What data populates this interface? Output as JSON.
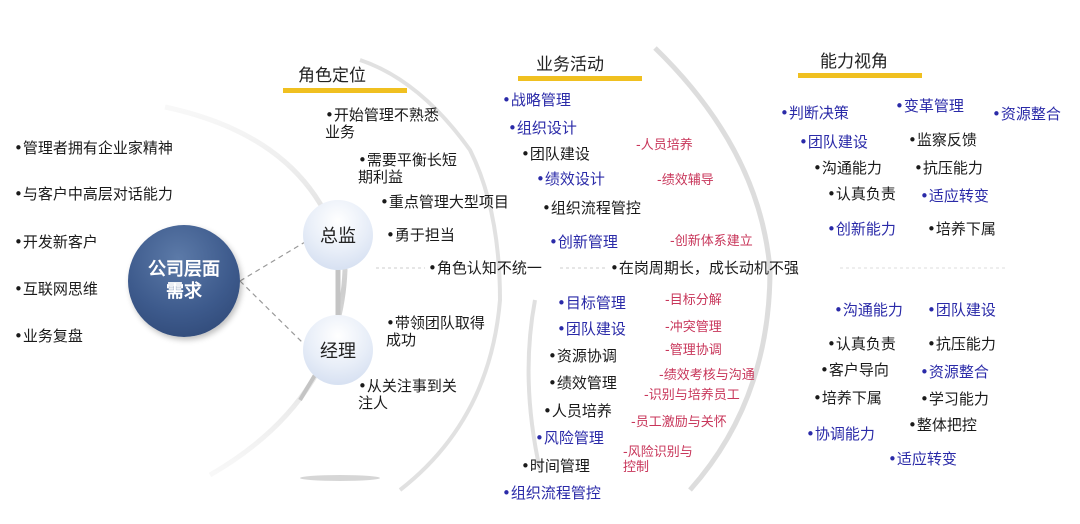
{
  "colors": {
    "accent_underline": "#f0c020",
    "blue_item": "#2a2aa8",
    "red_item": "#c8365a",
    "center_node": "#3d5a8c"
  },
  "company_needs": {
    "center_label": "公司层面需求",
    "items": [
      "•管理者拥有企业家精神",
      "•与客户中高层对话能力",
      "•开发新客户",
      "•互联网思维",
      "•业务复盘"
    ]
  },
  "role_positioning": {
    "heading": "角色定位",
    "director": {
      "label": "总监",
      "items": [
        "•开始管理不熟悉业务",
        "•需要平衡长短期利益",
        "•重点管理大型项目",
        "•勇于担当"
      ]
    },
    "manager": {
      "label": "经理",
      "items": [
        "•带领团队取得成功",
        "•从关注事到关注人"
      ]
    }
  },
  "issues": {
    "role_cognition": "•角色认知不统一",
    "tenure": "•在岗周期长，成长动机不强"
  },
  "business_activities": {
    "heading": "业务活动",
    "director": [
      {
        "text": "•战略管理",
        "color": "blue"
      },
      {
        "text": "•组织设计",
        "color": "blue"
      },
      {
        "text": "•团队建设",
        "color": "black",
        "sub": "-人员培养"
      },
      {
        "text": "•绩效设计",
        "color": "blue",
        "sub": "-绩效辅导"
      },
      {
        "text": "•组织流程管控",
        "color": "black"
      },
      {
        "text": "•创新管理",
        "color": "blue",
        "sub": "-创新体系建立"
      }
    ],
    "manager": [
      {
        "text": "•目标管理",
        "color": "blue",
        "sub": "-目标分解"
      },
      {
        "text": "•团队建设",
        "color": "blue",
        "sub": "-冲突管理"
      },
      {
        "text": "•资源协调",
        "color": "black",
        "sub": "-管理协调"
      },
      {
        "text": "•绩效管理",
        "color": "black",
        "sub": "-绩效考核与沟通"
      },
      {
        "text": "•人员培养",
        "color": "black",
        "sub": "-识别与培养员工"
      },
      {
        "text": "•风险管理",
        "color": "blue",
        "sub": "-员工激励与关怀"
      },
      {
        "text": "•时间管理",
        "color": "black",
        "sub": "-风险识别与控制"
      },
      {
        "text": "•组织流程管控",
        "color": "blue"
      }
    ]
  },
  "capability_view": {
    "heading": "能力视角",
    "director": [
      {
        "text": "•判断决策",
        "color": "blue"
      },
      {
        "text": "•变革管理",
        "color": "blue"
      },
      {
        "text": "•资源整合",
        "color": "blue"
      },
      {
        "text": "•团队建设",
        "color": "blue"
      },
      {
        "text": "•监察反馈",
        "color": "black"
      },
      {
        "text": "•沟通能力",
        "color": "black"
      },
      {
        "text": "•抗压能力",
        "color": "black"
      },
      {
        "text": "•认真负责",
        "color": "black"
      },
      {
        "text": "•适应转变",
        "color": "blue"
      },
      {
        "text": "•创新能力",
        "color": "blue"
      },
      {
        "text": "•培养下属",
        "color": "black"
      }
    ],
    "manager": [
      {
        "text": "•沟通能力",
        "color": "blue"
      },
      {
        "text": "•团队建设",
        "color": "blue"
      },
      {
        "text": "•认真负责",
        "color": "black"
      },
      {
        "text": "•抗压能力",
        "color": "black"
      },
      {
        "text": "•客户导向",
        "color": "black"
      },
      {
        "text": "•资源整合",
        "color": "blue"
      },
      {
        "text": "•培养下属",
        "color": "black"
      },
      {
        "text": "•学习能力",
        "color": "black"
      },
      {
        "text": "•协调能力",
        "color": "blue"
      },
      {
        "text": "•整体把控",
        "color": "black"
      },
      {
        "text": "•适应转变",
        "color": "blue"
      }
    ]
  }
}
